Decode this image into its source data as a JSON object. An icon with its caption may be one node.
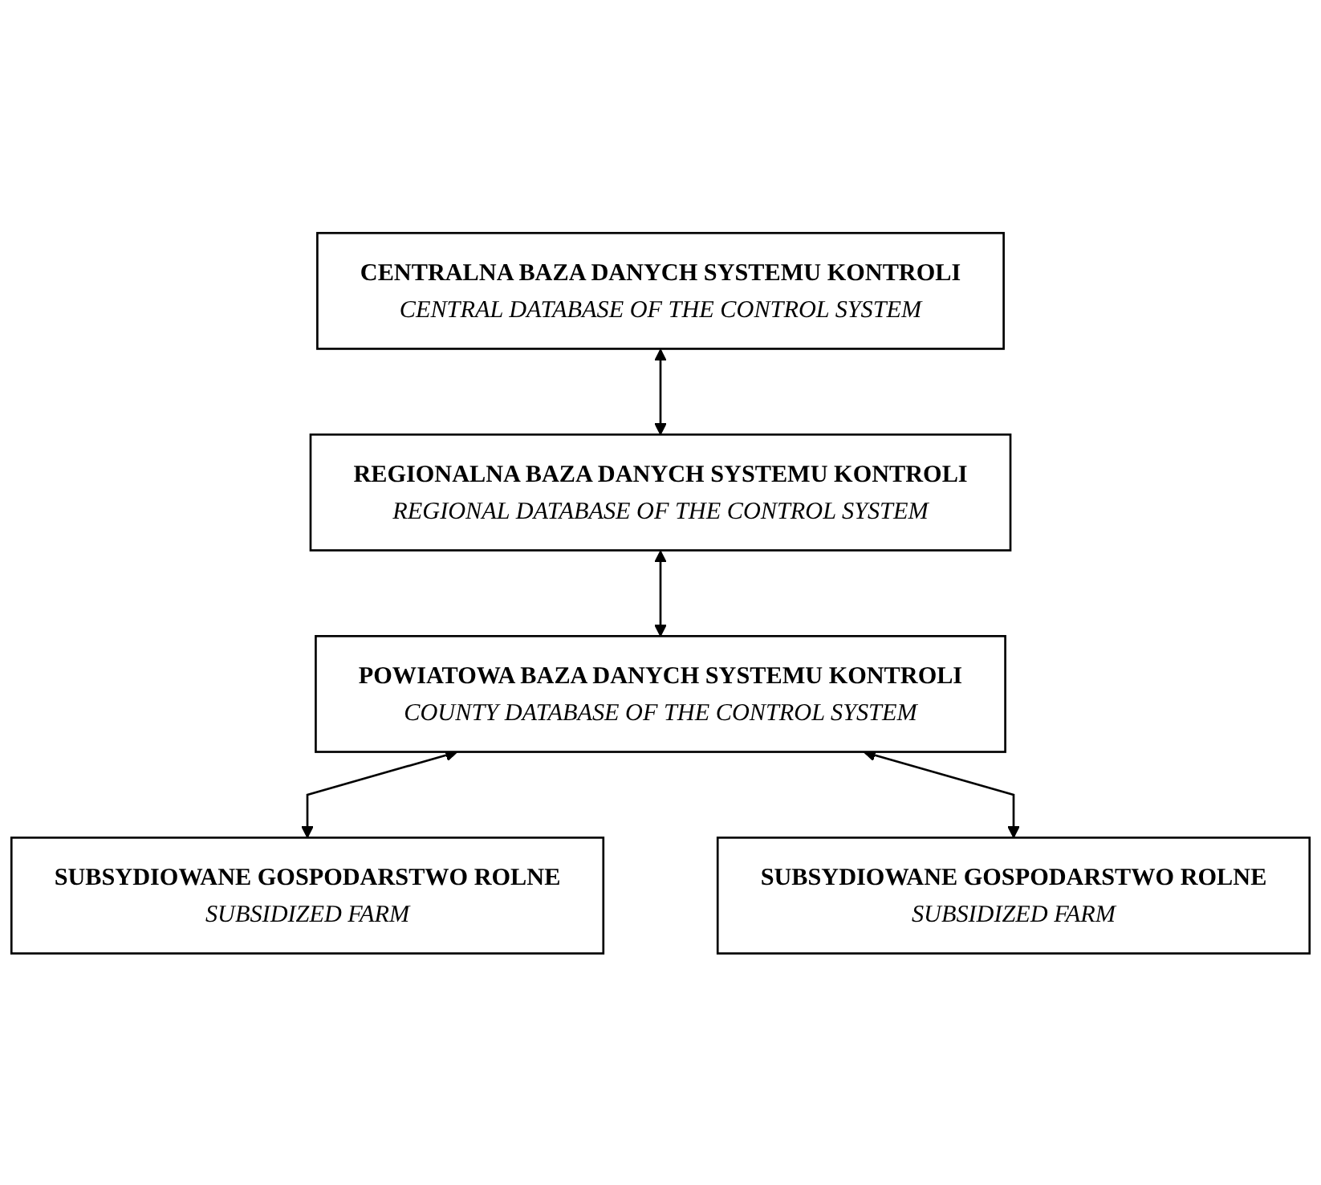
{
  "diagram": {
    "nodes": [
      {
        "text": [
          "CENTRALNA BAZA DANYCH SYSTEMU KONTROLI",
          "CENTRAL DATABASE OF THE CONTROL SYSTEM"
        ]
      },
      {
        "text": [
          "REGIONALNA BAZA DANYCH SYSTEMU KONTROLI",
          "REGIONAL DATABASE OF THE CONTROL SYSTEM"
        ]
      },
      {
        "text": [
          "POWIATOWA BAZA DANYCH SYSTEMU KONTROLI",
          "COUNTY DATABASE OF THE CONTROL SYSTEM"
        ]
      },
      {
        "text": [
          "SUBSYDIOWANE GOSPODARSTWO ROLNE",
          "SUBSIDIZED FARM"
        ]
      },
      {
        "text": [
          "SUBSYDIOWANE GOSPODARSTWO ROLNE",
          "SUBSIDIZED FARM"
        ]
      }
    ],
    "edges": [
      {
        "from": 0,
        "to": 1,
        "arrow": "both"
      },
      {
        "from": 1,
        "to": 2,
        "arrow": "both"
      },
      {
        "from": 2,
        "to": 3,
        "arrow": "both"
      },
      {
        "from": 2,
        "to": 4,
        "arrow": "both"
      }
    ]
  }
}
